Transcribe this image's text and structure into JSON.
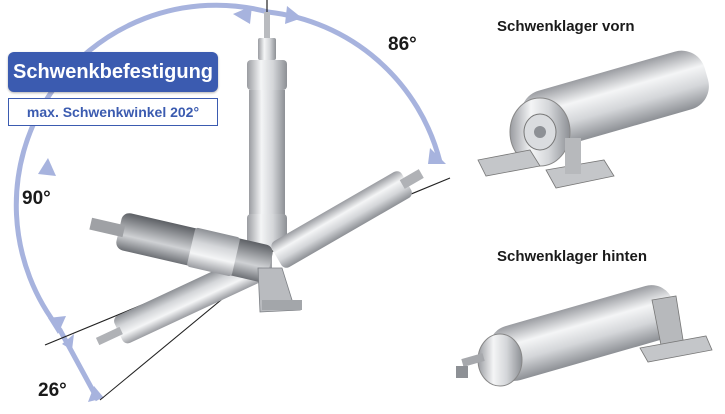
{
  "badge": {
    "title": "Schwenkbefestigung",
    "subtitle": "max. Schwenkwinkel 202°"
  },
  "angles": {
    "top_right": "86°",
    "left": "90°",
    "bottom_left": "26°"
  },
  "products": {
    "front": "Schwenklager vorn",
    "rear": "Schwenklager hinten"
  },
  "colors": {
    "accent": "#3b5bb0",
    "arc": "#a7b3de",
    "steel_light": "#e8e9eb",
    "steel_dark": "#8c8f95"
  }
}
